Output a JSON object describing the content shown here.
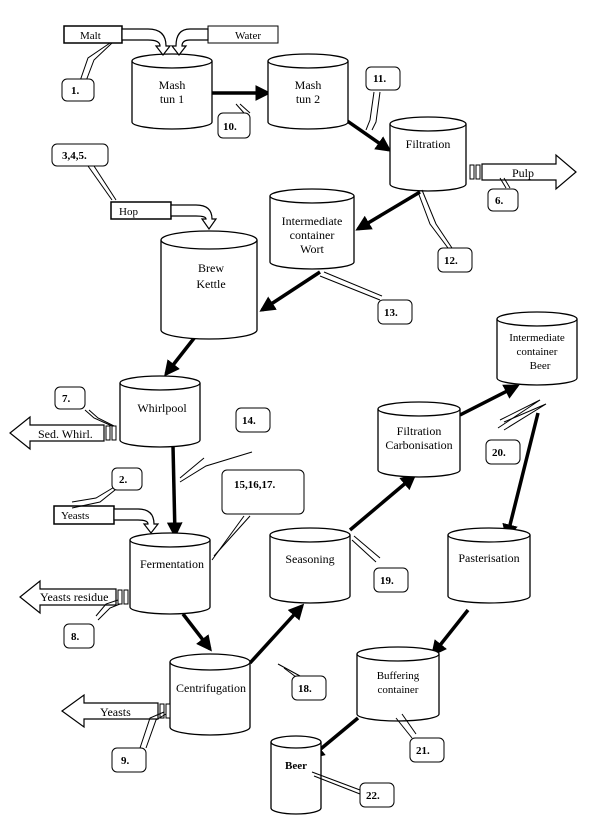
{
  "inputs": {
    "malt": "Malt",
    "water": "Water",
    "hop": "Hop",
    "yeasts": "Yeasts"
  },
  "outputs": {
    "pulp": "Pulp",
    "sed_whirl": "Sed. Whirl.",
    "yeasts_residue": "Yeasts residue",
    "yeasts_centrifuge": "Yeasts"
  },
  "tanks": {
    "mash_tun_1": [
      "Mash",
      "tun 1"
    ],
    "mash_tun_2": [
      "Mash",
      "tun 2"
    ],
    "filtration": [
      "Filtration"
    ],
    "intermediate_wort": [
      "Intermediate",
      "container",
      "Wort"
    ],
    "brew_kettle": [
      "Brew",
      "Kettle"
    ],
    "whirlpool": [
      "Whirlpool"
    ],
    "fermentation": [
      "Fermentation"
    ],
    "centrifugation": [
      "Centrifugation"
    ],
    "seasoning": [
      "Seasoning"
    ],
    "filtration_carbonisation": [
      "Filtration",
      "Carbonisation"
    ],
    "intermediate_beer": [
      "Intermediate",
      "container",
      "Beer"
    ],
    "pasterisation": [
      "Pasterisation"
    ],
    "buffering": [
      "Buffering",
      "container"
    ],
    "beer": [
      "Beer"
    ]
  },
  "callouts": {
    "c1": "1.",
    "c2": "2.",
    "c345": "3,4,5.",
    "c6": "6.",
    "c7": "7.",
    "c8": "8.",
    "c9": "9.",
    "c10": "10.",
    "c11": "11.",
    "c12": "12.",
    "c13": "13.",
    "c14": "14.",
    "c151617": "15,16,17.",
    "c18": "18.",
    "c19": "19.",
    "c20": "20.",
    "c21": "21.",
    "c22": "22."
  }
}
